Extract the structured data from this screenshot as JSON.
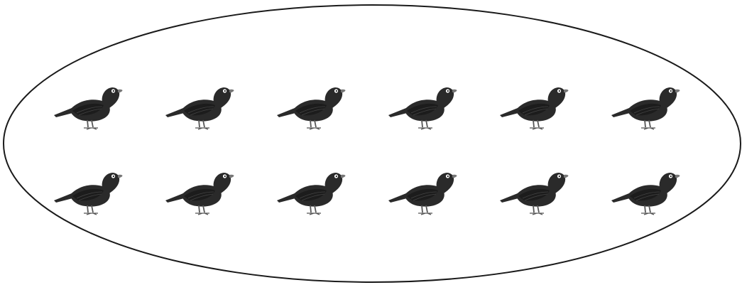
{
  "group": {
    "rows": 2,
    "columns": 6,
    "object": "crow",
    "total_count": 12
  },
  "colors": {
    "background": "#ffffff",
    "outline": "#1a1a1a",
    "bird_body": "#2a2a2a",
    "bird_wing": "#1c1c1c",
    "bird_beak": "#777777",
    "bird_legs": "#555555"
  }
}
